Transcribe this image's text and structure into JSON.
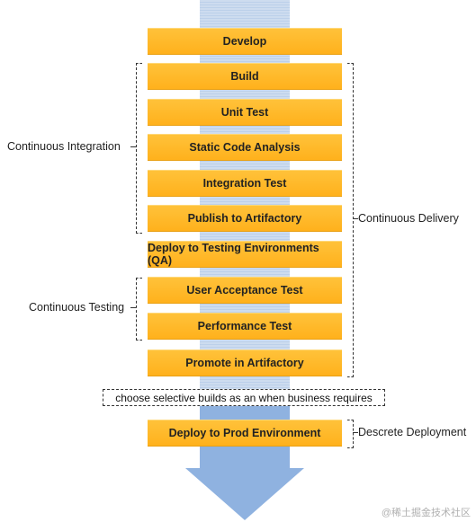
{
  "stages": [
    "Develop",
    "Build",
    "Unit Test",
    "Static Code Analysis",
    "Integration Test",
    "Publish to Artifactory",
    "Deploy to Testing Environments (QA)",
    "User Acceptance Test",
    "Performance Test",
    "Promote in Artifactory",
    "Deploy to Prod Environment"
  ],
  "groups": {
    "continuous_integration": "Continuous Integration",
    "continuous_testing": "Continuous Testing",
    "continuous_delivery": "Continuous Delivery",
    "descrete_deployment": "Descrete Deployment"
  },
  "note": "choose selective builds as an when business requires",
  "watermark": "@稀土掘金技术社区",
  "colors": {
    "stage_fill": "#ffb11c",
    "arrow": "#8fb2e0",
    "arrow_light": "#cddcef"
  }
}
